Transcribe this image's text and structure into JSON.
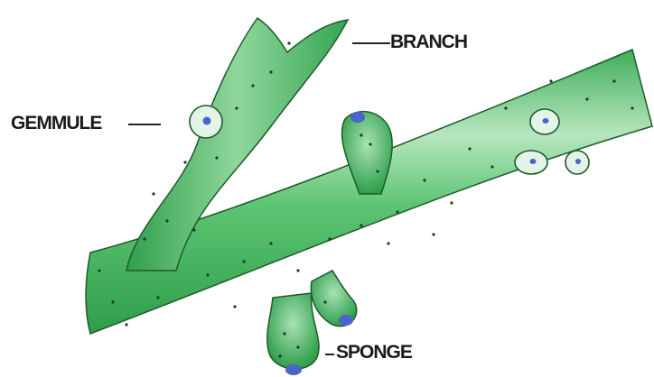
{
  "labels": {
    "branch": "BRANCH",
    "gemmule": "GEMMULE",
    "sponge": "SPONGE"
  },
  "colors": {
    "outline": "#1f5a2c",
    "body_dark": "#2e9e4a",
    "body_mid": "#5cc472",
    "body_light": "#b7e6bf",
    "gemmule_fill": "#e4f5e8",
    "gemmule_core": "#4c63c9",
    "speck": "#1d3b24"
  },
  "icons": [
    "gemmule-capsule",
    "sponge-bud-tip"
  ]
}
